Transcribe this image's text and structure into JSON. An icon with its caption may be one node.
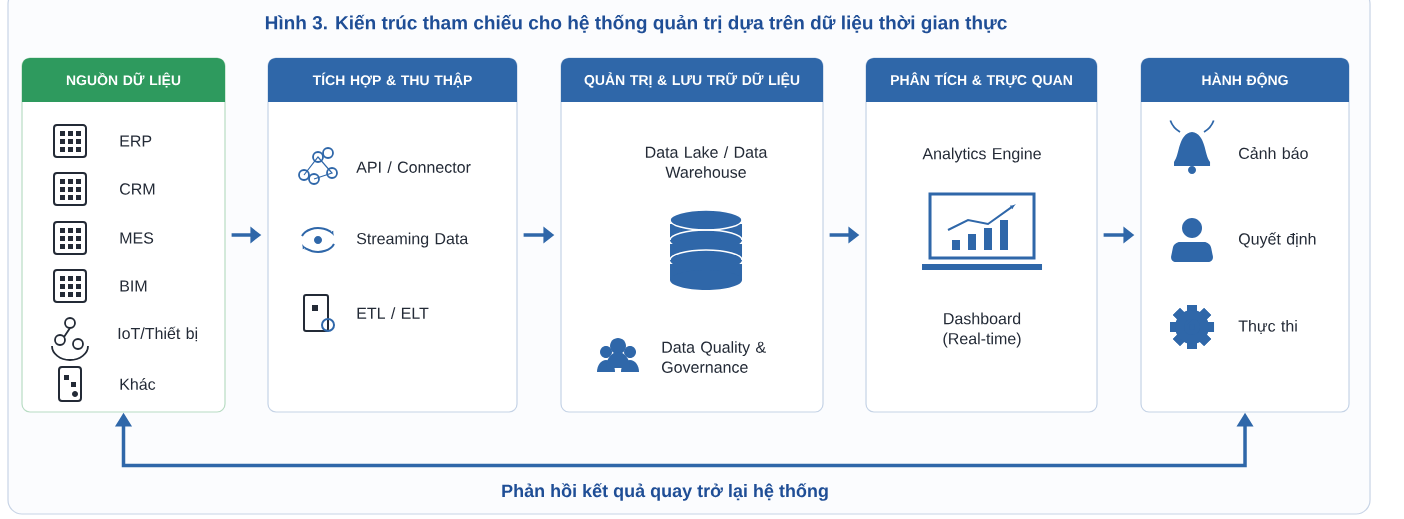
{
  "diagram": {
    "title": "Hình 3. Kiến trúc tham chiếu cho hệ thống quản trị dựa trên dữ liệu thời gian thực",
    "nodes": [
      {
        "text": [
          "NGUỒN DỮ LIỆU",
          "ERP",
          "CRM",
          "MES",
          "BIM",
          "IoT/Thiết bị",
          "Khác"
        ]
      },
      {
        "text": [
          "TÍCH HỢP & THU THẬP",
          "API / Connector",
          "Streaming Data",
          "ETL / ELT"
        ]
      },
      {
        "text": [
          "QUẢN TRỊ & LƯU TRỮ DỮ LIỆU",
          "Data Lake / Data Warehouse",
          "Data Quality & Governance"
        ]
      },
      {
        "text": [
          "PHÂN TÍCH & TRỰC QUAN",
          "Analytics Engine",
          "Dashboard (Real-time)"
        ]
      },
      {
        "text": [
          "HÀNH ĐỘNG",
          "Cảnh báo",
          "Quyết định",
          "Thực thi"
        ]
      }
    ],
    "edges": [
      {
        "from": 0,
        "to": 1,
        "arrow": "to"
      },
      {
        "from": 1,
        "to": 2,
        "arrow": "to"
      },
      {
        "from": 2,
        "to": 3,
        "arrow": "to"
      },
      {
        "from": 3,
        "to": 4,
        "arrow": "to"
      },
      {
        "from": 4,
        "to": 0,
        "arrow": "both",
        "label": "Phản hồi kết quả quay trở lại hệ thống"
      }
    ]
  }
}
